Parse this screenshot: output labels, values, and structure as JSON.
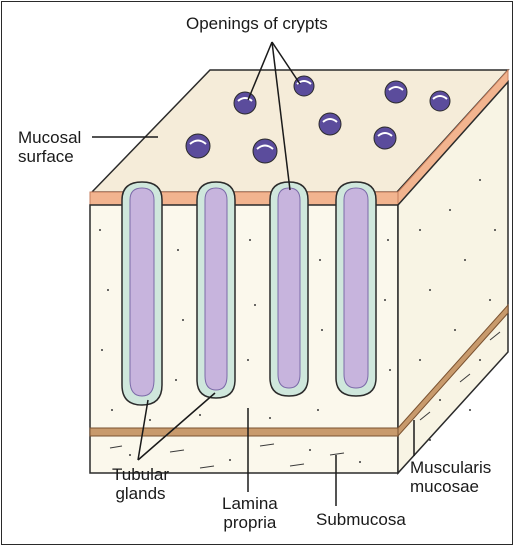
{
  "labels": {
    "openings_of_crypts": "Openings of crypts",
    "mucosal_surface_line1": "Mucosal",
    "mucosal_surface_line2": "surface",
    "tubular_glands_line1": "Tubular",
    "tubular_glands_line2": "glands",
    "lamina_propria_line1": "Lamina",
    "lamina_propria_line2": "propria",
    "submucosa": "Submucosa",
    "muscularis_mucosae_line1": "Muscularis",
    "muscularis_mucosae_line2": "mucosae"
  },
  "colors": {
    "top_surface": "#f5ecd9",
    "front_face": "#fbf8ec",
    "side_face": "#f8f4e4",
    "mucosa_rim": "#f2b48f",
    "gland_outer": "#cfe7dc",
    "gland_inner": "#c7b4dd",
    "crypt_opening": "#5b4c9c",
    "muscularis": "#c89a6c",
    "outline": "#2b2b2b"
  }
}
